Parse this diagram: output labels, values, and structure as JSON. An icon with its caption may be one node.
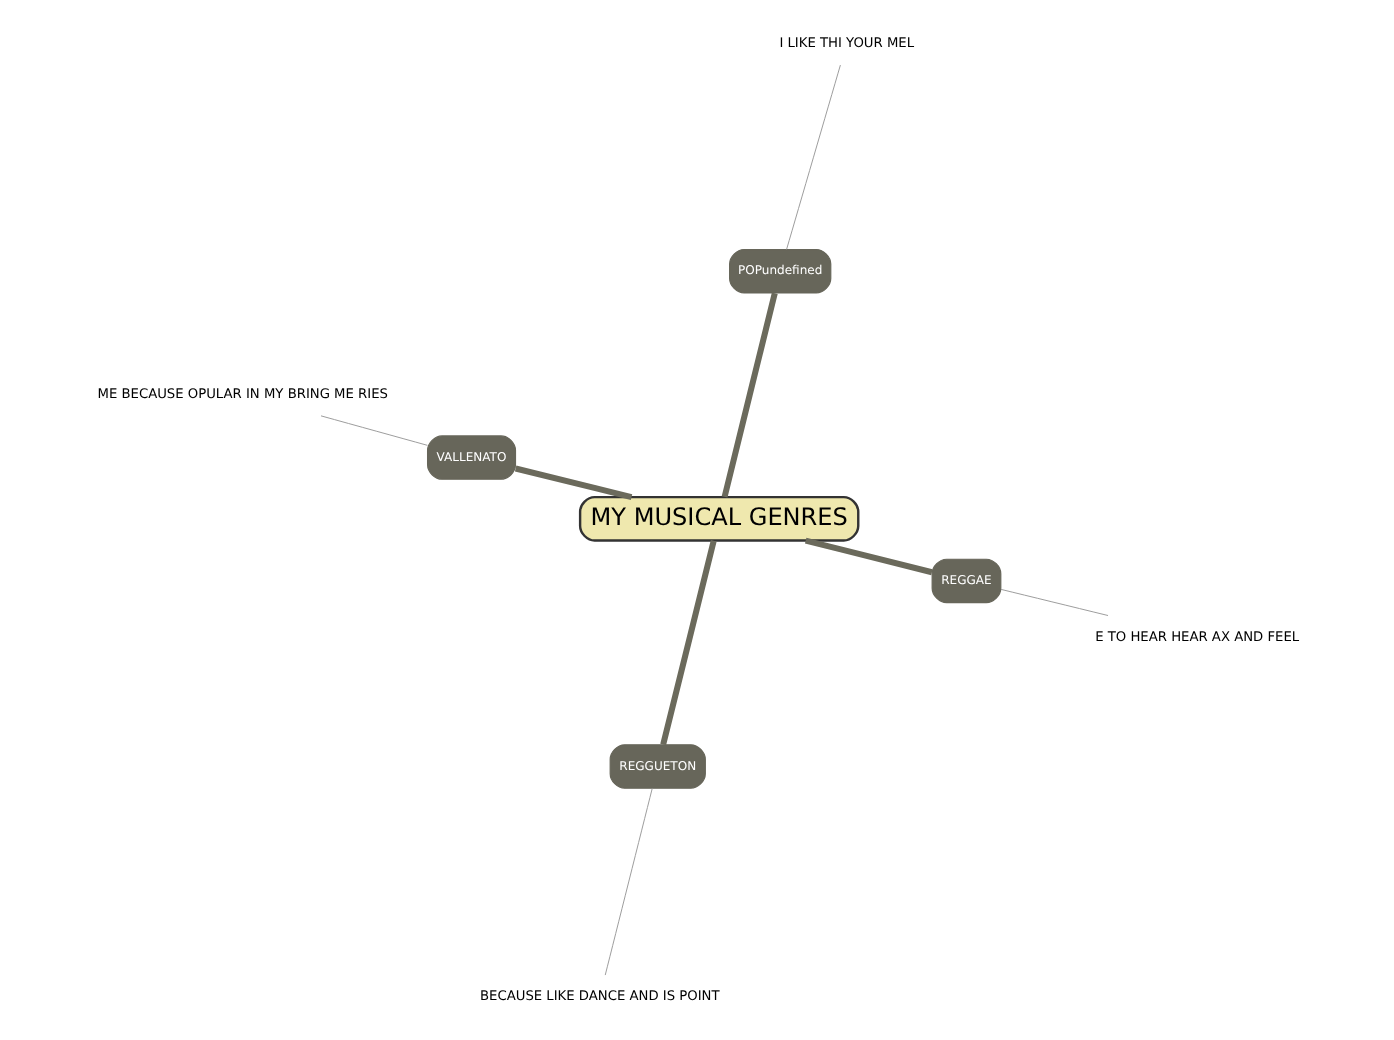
{
  "diagram": {
    "nodes": [
      {
        "text": [
          "MY MUSICAL GENRES"
        ]
      },
      {
        "text": [
          "E TO HEAR HEAR AX AND FEEL"
        ]
      },
      {
        "text": [
          "REGGAE"
        ]
      },
      {
        "text": [
          "POPundefined"
        ]
      },
      {
        "text": [
          "I LIKE THI YOUR MEL"
        ]
      },
      {
        "text": [
          "ME BECAUSE OPULAR IN MY BRING ME RIES"
        ]
      },
      {
        "text": [
          "VALLENATO"
        ]
      },
      {
        "text": [
          "REGGUETON"
        ]
      },
      {
        "text": [
          "BECAUSE LIKE DANCE AND IS POINT"
        ]
      }
    ],
    "edges": [
      {
        "from": 0,
        "to": 2,
        "arrow": "none",
        "style": "thick"
      },
      {
        "from": 2,
        "to": 1,
        "arrow": "none"
      },
      {
        "from": 0,
        "to": 3,
        "arrow": "none",
        "style": "thick"
      },
      {
        "from": 3,
        "to": 4,
        "arrow": "none"
      },
      {
        "from": 0,
        "to": 6,
        "arrow": "none",
        "style": "thick"
      },
      {
        "from": 6,
        "to": 5,
        "arrow": "none"
      },
      {
        "from": 0,
        "to": 7,
        "arrow": "none",
        "style": "thick"
      },
      {
        "from": 7,
        "to": 8,
        "arrow": "none"
      }
    ]
  }
}
